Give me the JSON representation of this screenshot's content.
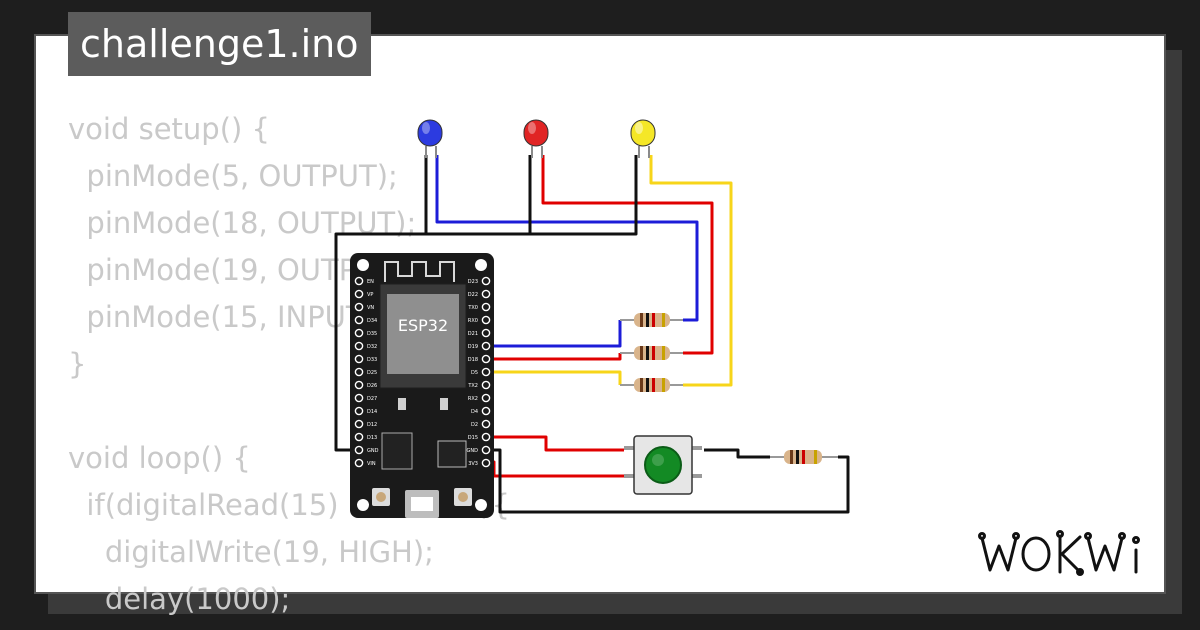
{
  "title": "challenge1.ino",
  "code_lines": [
    "void setup() {",
    "  pinMode(5, OUTPUT);",
    "  pinMode(18, OUTPUT);",
    "  pinMode(19, OUTPUT);",
    "  pinMode(15, INPUT);",
    "}",
    "",
    "void loop() {",
    "  if(digitalRead(15) == HIGH){",
    "    digitalWrite(19, HIGH);",
    "    delay(1000);"
  ],
  "board": {
    "chip_label": "ESP32",
    "left_pins": [
      "EN",
      "VP",
      "VN",
      "D34",
      "D35",
      "D32",
      "D33",
      "D25",
      "D26",
      "D27",
      "D14",
      "D12",
      "D13",
      "GND",
      "VIN"
    ],
    "right_pins": [
      "D23",
      "D22",
      "TX0",
      "RX0",
      "D21",
      "D19",
      "D18",
      "D5",
      "TX2",
      "RX2",
      "D4",
      "D2",
      "D15",
      "GND",
      "3V3"
    ]
  },
  "leds": [
    {
      "name": "blue",
      "color": "#2c3be0"
    },
    {
      "name": "red",
      "color": "#e02424"
    },
    {
      "name": "yellow",
      "color": "#f5e727"
    }
  ],
  "wire_colors": {
    "blue": "#1c1cd8",
    "red": "#e00000",
    "yellow": "#f7d51a",
    "black": "#111111"
  },
  "logo": "WOKWi"
}
